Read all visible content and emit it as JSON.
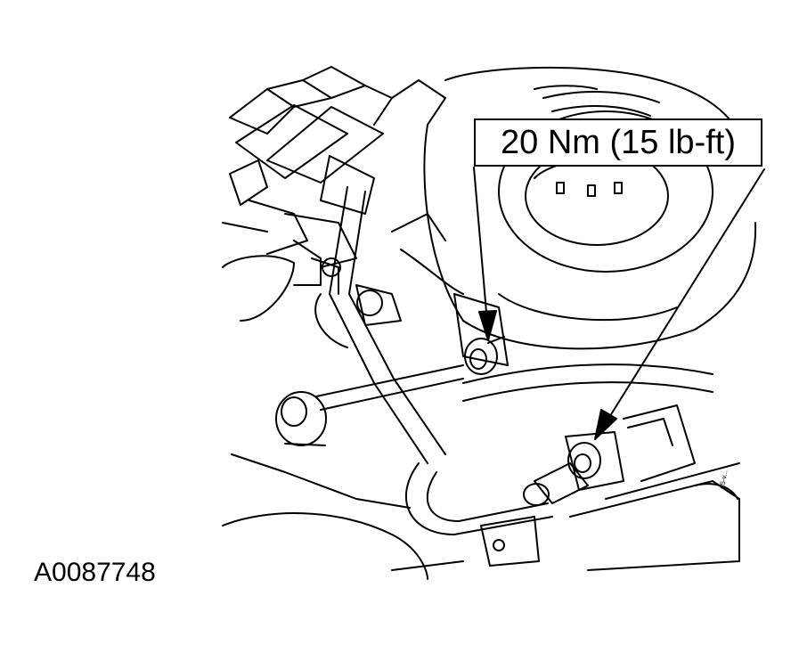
{
  "callout": {
    "torque": "20 Nm (15 lb-ft)"
  },
  "figure": {
    "id": "A0087748"
  },
  "side_mark": "d5-v...",
  "line_color": "#000000",
  "background_color": "#ffffff"
}
